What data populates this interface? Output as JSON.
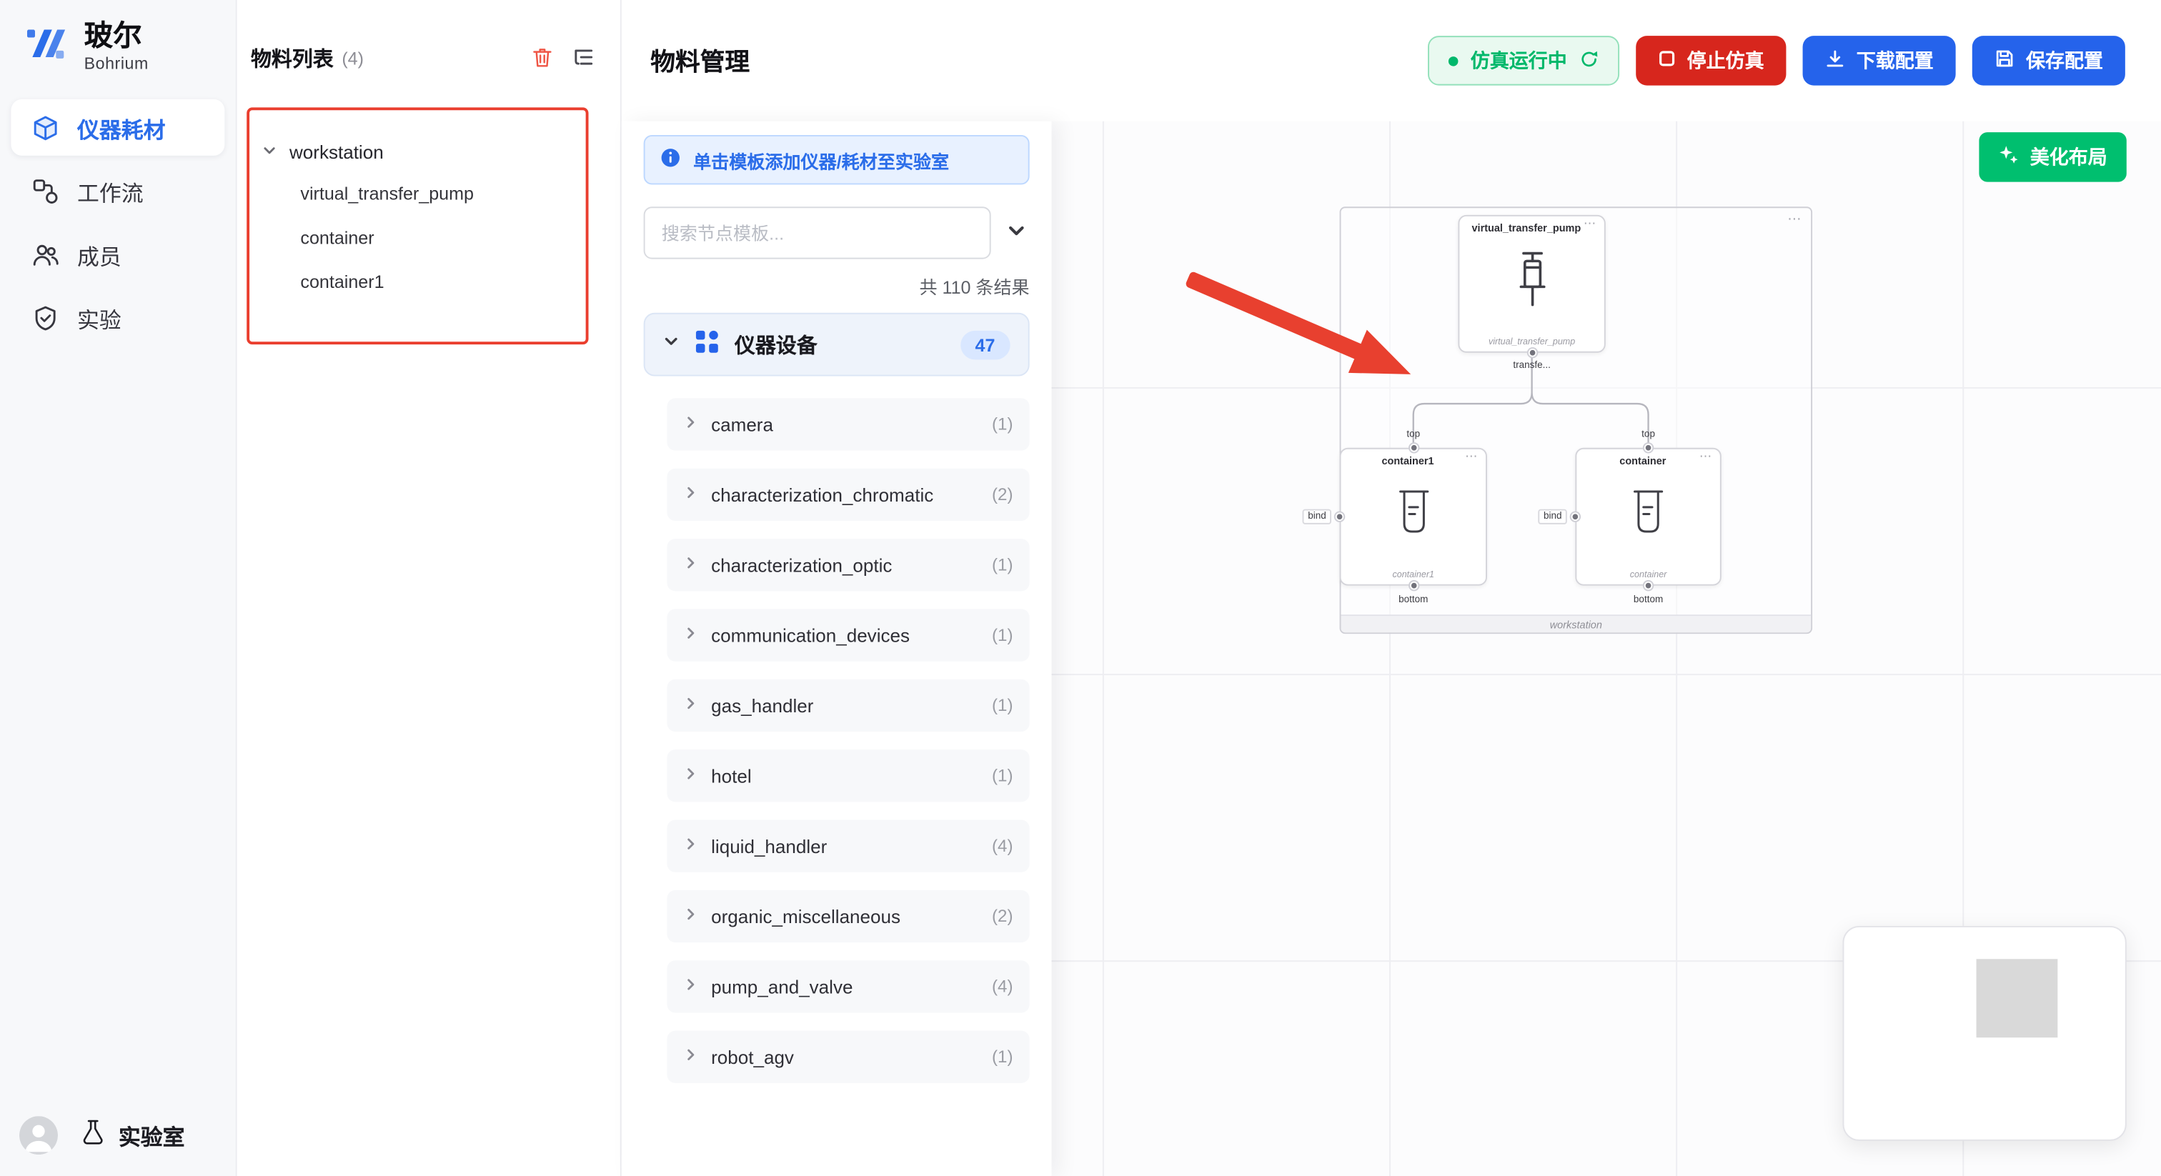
{
  "colors": {
    "accent_blue": "#2563eb",
    "link_blue": "#2b6de9",
    "danger_red": "#d7261d",
    "success_green": "#00b86b",
    "beautify_green": "#00bf6f",
    "annotation_red": "#e8402f",
    "highlight_box_red": "#ea3e2e"
  },
  "sidebar": {
    "brand": {
      "name": "玻尔",
      "sub": "Bohrium"
    },
    "items": [
      {
        "label": "仪器耗材",
        "icon": "cube-icon",
        "active": true
      },
      {
        "label": "工作流",
        "icon": "workflow-icon",
        "active": false
      },
      {
        "label": "成员",
        "icon": "members-icon",
        "active": false
      },
      {
        "label": "实验",
        "icon": "shield-icon",
        "active": false
      }
    ],
    "lab_label": "实验室"
  },
  "list_panel": {
    "title": "物料列表",
    "count": "(4)",
    "tree": {
      "root": "workstation",
      "children": [
        "virtual_transfer_pump",
        "container",
        "container1"
      ]
    }
  },
  "header": {
    "title": "物料管理",
    "status_label": "仿真运行中",
    "stop_label": "停止仿真",
    "download_label": "下载配置",
    "save_label": "保存配置"
  },
  "template_panel": {
    "banner": "单击模板添加仪器/耗材至实验室",
    "search_placeholder": "搜索节点模板...",
    "result_count": "共 110 条结果",
    "section": {
      "label": "仪器设备",
      "badge": "47"
    },
    "items": [
      {
        "label": "camera",
        "count": "(1)"
      },
      {
        "label": "characterization_chromatic",
        "count": "(2)"
      },
      {
        "label": "characterization_optic",
        "count": "(1)"
      },
      {
        "label": "communication_devices",
        "count": "(1)"
      },
      {
        "label": "gas_handler",
        "count": "(1)"
      },
      {
        "label": "hotel",
        "count": "(1)"
      },
      {
        "label": "liquid_handler",
        "count": "(4)"
      },
      {
        "label": "organic_miscellaneous",
        "count": "(2)"
      },
      {
        "label": "pump_and_valve",
        "count": "(4)"
      },
      {
        "label": "robot_agv",
        "count": "(1)"
      }
    ]
  },
  "canvas": {
    "beautify_label": "美化布局",
    "group_label": "workstation",
    "nodes": {
      "pump": {
        "title": "virtual_transfer_pump",
        "sub": "virtual_transfer_pump",
        "port": "transfe..."
      },
      "container1": {
        "title": "container1",
        "sub": "container1"
      },
      "container": {
        "title": "container",
        "sub": "container"
      }
    },
    "port_labels": {
      "top": "top",
      "bottom": "bottom",
      "bind": "bind"
    }
  }
}
